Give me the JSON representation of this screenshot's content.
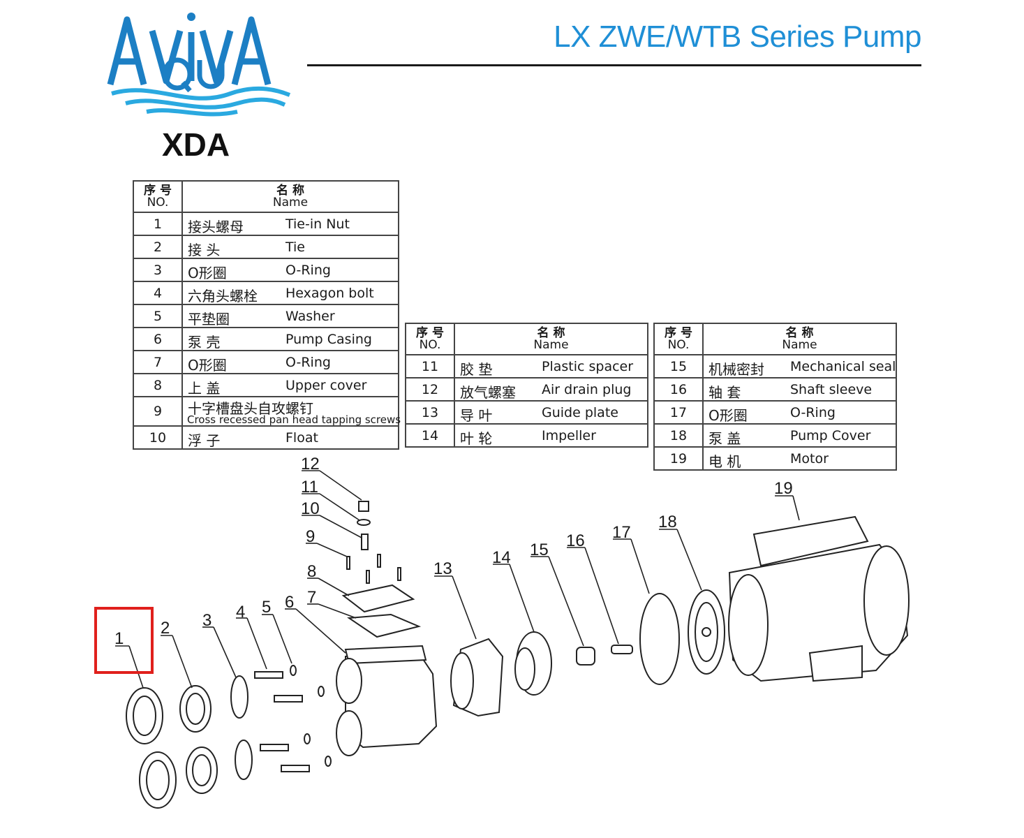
{
  "header": {
    "logo_text": "AVIVA AQUA",
    "title": "LX ZWE/WTB Series Pump",
    "model": "XDA"
  },
  "colors": {
    "title": "#1f8fd6",
    "logo": "#1c7fc4",
    "highlight": "#e0201c"
  },
  "table_header": {
    "no_zh": "序 号",
    "no_en": "NO.",
    "name_zh": "名 称",
    "name_en": "Name"
  },
  "parts_table_1": [
    {
      "no": "1",
      "zh": "接头螺母",
      "en": "Tie-in Nut"
    },
    {
      "no": "2",
      "zh": "接 头",
      "en": "Tie"
    },
    {
      "no": "3",
      "zh": "O形圈",
      "en": "O-Ring"
    },
    {
      "no": "4",
      "zh": "六角头螺栓",
      "en": "Hexagon bolt"
    },
    {
      "no": "5",
      "zh": "平垫圈",
      "en": "Washer"
    },
    {
      "no": "6",
      "zh": "泵 壳",
      "en": "Pump Casing"
    },
    {
      "no": "7",
      "zh": "O形圈",
      "en": "O-Ring"
    },
    {
      "no": "8",
      "zh": "上 盖",
      "en": "Upper cover"
    },
    {
      "no": "9",
      "zh": "十字槽盘头自攻螺钉",
      "en": "Cross recessed pan head tapping screws"
    },
    {
      "no": "10",
      "zh": "浮 子",
      "en": "Float"
    }
  ],
  "parts_table_2": [
    {
      "no": "11",
      "zh": "胶 垫",
      "en": "Plastic spacer"
    },
    {
      "no": "12",
      "zh": "放气螺塞",
      "en": "Air drain plug"
    },
    {
      "no": "13",
      "zh": "导 叶",
      "en": "Guide plate"
    },
    {
      "no": "14",
      "zh": "叶 轮",
      "en": "Impeller"
    }
  ],
  "parts_table_3": [
    {
      "no": "15",
      "zh": "机械密封",
      "en": "Mechanical seal"
    },
    {
      "no": "16",
      "zh": "轴 套",
      "en": "Shaft sleeve"
    },
    {
      "no": "17",
      "zh": "O形圈",
      "en": "O-Ring"
    },
    {
      "no": "18",
      "zh": "泵 盖",
      "en": "Pump Cover"
    },
    {
      "no": "19",
      "zh": "电 机",
      "en": "Motor"
    }
  ],
  "diagram": {
    "callouts": [
      "1",
      "2",
      "3",
      "4",
      "5",
      "6",
      "7",
      "8",
      "9",
      "10",
      "11",
      "12",
      "13",
      "14",
      "15",
      "16",
      "17",
      "18",
      "19"
    ],
    "highlighted_callout": "1"
  }
}
